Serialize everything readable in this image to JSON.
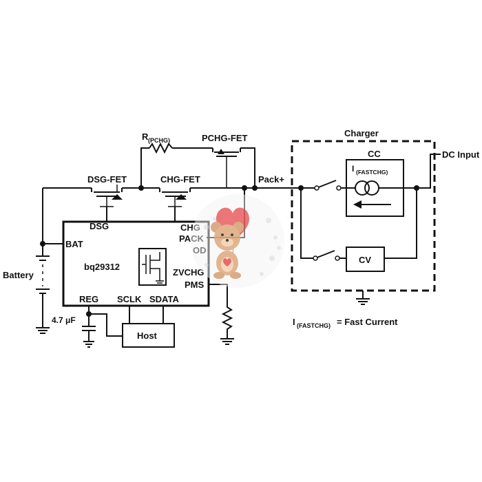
{
  "labels": {
    "rpchg_main": "R",
    "rpchg_sub": "(PCHG)",
    "pchg_fet": "PCHG-FET",
    "dsg_fet": "DSG-FET",
    "chg_fet": "CHG-FET",
    "pack_plus": "Pack+",
    "charger": "Charger",
    "cc": "CC",
    "ifast_main": "I",
    "ifast_sub": "(FASTCHG)",
    "cv": "CV",
    "dc_input": "DC Input",
    "battery": "Battery",
    "bat": "BAT",
    "chip": "bq29312",
    "dsg_pin": "DSG",
    "chg_pin": "CHG",
    "pack_pin": "PACK",
    "od_pin": "OD",
    "zvchg_pin": "ZVCHG",
    "pms_pin": "PMS",
    "reg": "REG",
    "sclk": "SCLK",
    "sdata": "SDATA",
    "cap_value": "4.7 μF",
    "host": "Host",
    "legend_main": "I",
    "legend_sub": "(FASTCHG)",
    "legend_rest": " = Fast Current"
  },
  "colors": {
    "line": "#111111",
    "background": "#ffffff"
  },
  "watermark": {
    "icon": "teddy-bear-with-heart-balloon"
  }
}
